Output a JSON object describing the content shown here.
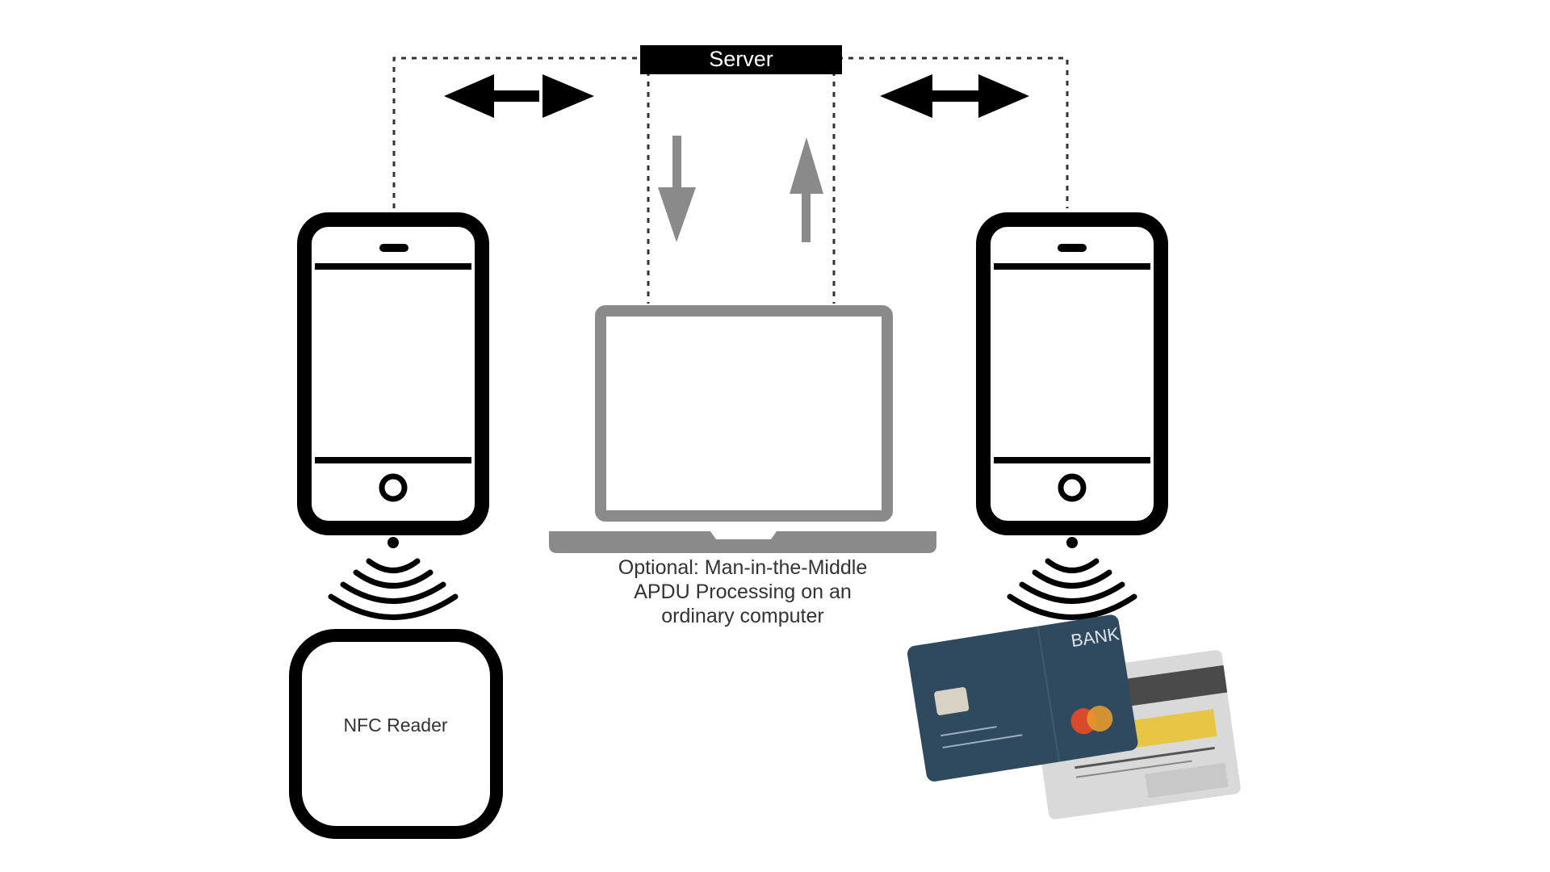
{
  "server": {
    "label": "Server"
  },
  "nfc_reader": {
    "label": "NFC Reader"
  },
  "laptop": {
    "caption_line1": "Optional: Man-in-the-Middle",
    "caption_line2": "APDU Processing on an",
    "caption_line3": "ordinary computer"
  },
  "bank_card": {
    "brand_text": "BANK"
  },
  "colors": {
    "black": "#000000",
    "gray": "#8a8a8a",
    "card_navy": "#2f4a5e",
    "card_back": "#d9d9d9",
    "stripe_dark": "#4a4a4a",
    "stripe_yellow": "#e8c645",
    "mc_red": "#d94a2b",
    "mc_orange": "#e69a2e"
  },
  "icons": {
    "left_phone": "smartphone-icon",
    "right_phone": "smartphone-icon",
    "laptop": "laptop-icon",
    "nfc_waves": "nfc-wave-icon",
    "card": "credit-card-icon"
  }
}
